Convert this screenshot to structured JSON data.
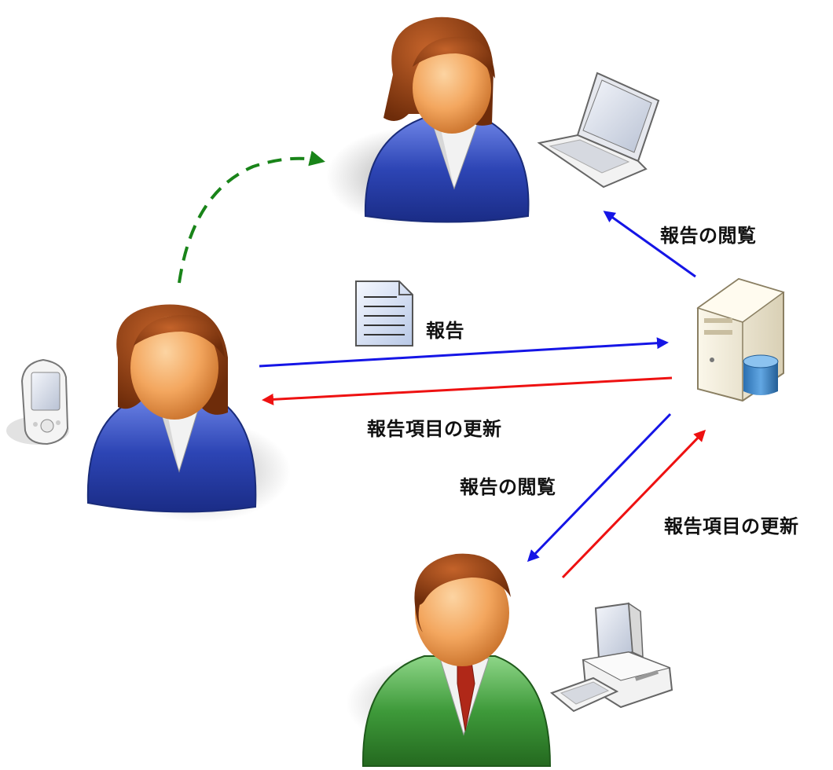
{
  "labels": {
    "top_view": "報告の閲覧",
    "report": "報告",
    "left_update": "報告項目の更新",
    "bottom_view": "報告の閲覧",
    "bottom_update": "報告項目の更新"
  },
  "colors": {
    "view_arrow": "#1515e6",
    "update_arrow": "#ee1111",
    "dashed_arrow": "#198419",
    "blue_suit": "#2d45b5",
    "green_suit": "#3e9a3a",
    "hair": "#8a3d12",
    "skin": "#f0a05c",
    "tie": "#b02818"
  },
  "icons": [
    "woman-top-icon",
    "woman-left-icon",
    "man-bottom-icon",
    "laptop-icon",
    "pda-icon",
    "desktop-computer-icon",
    "server-icon",
    "document-icon"
  ]
}
